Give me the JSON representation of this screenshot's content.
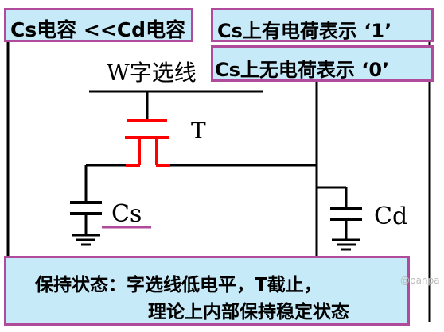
{
  "labels": {
    "word_line": "W字选线",
    "transistor": "T",
    "cs": "Cs",
    "cd": "Cd"
  },
  "boxes": {
    "cs_vs_cd": "Cs电容 <<Cd电容",
    "state_one": "Cs上有电荷表示  ‘1’",
    "state_zero": "Cs上无电荷表示  ‘0’",
    "hold_line1": "保持状态：字选线低电平，T截止，",
    "hold_line2": "理论上内部保持稳定状态"
  },
  "watermark": "@panpa",
  "colors": {
    "box_fill": "#c6eaf8",
    "box_border": "#b04a9a",
    "transistor": "#ff0000",
    "cs_marker": "#b04a9a",
    "wire": "#000000"
  }
}
